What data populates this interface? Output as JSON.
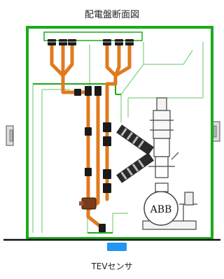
{
  "title": "配電盤断面図",
  "sensor_label": "TEVセンサ",
  "breaker_label": "ABB",
  "colors": {
    "enclosure": "#1aab1a",
    "inner_line": "#7fd07f",
    "busbar": "#e07a1e",
    "connector": "#1a1a1a",
    "sensor": "#2196f3",
    "ground": "#111111",
    "equipment": "#444444"
  }
}
